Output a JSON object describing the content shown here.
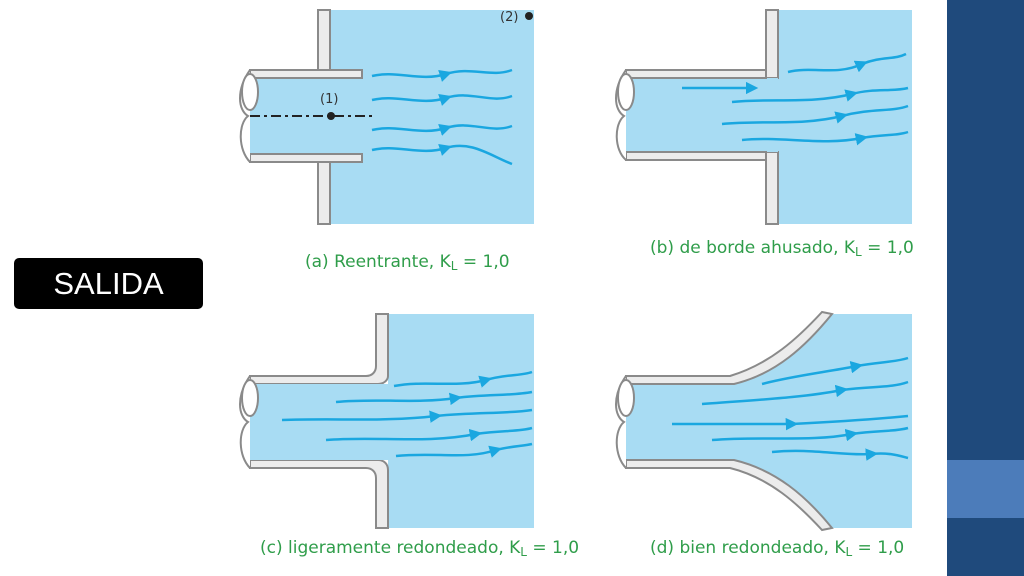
{
  "slide": {
    "title": "SALIDA",
    "colors": {
      "water": "#a8dcf3",
      "streamline": "#1aa7e0",
      "pipe": "#8a8a8a",
      "caption": "#2f9d4a",
      "sidebar": "#1f4a7c"
    }
  },
  "panels": [
    {
      "id": "a",
      "caption_prefix": "(a) Reentrante, K",
      "caption_sub": "L",
      "caption_suffix": " = 1,0"
    },
    {
      "id": "b",
      "caption_prefix": "(b) de borde ahusado, K",
      "caption_sub": "L",
      "caption_suffix": " = 1,0"
    },
    {
      "id": "c",
      "caption_prefix": "(c) ligeramente redondeado, K",
      "caption_sub": "L",
      "caption_suffix": " = 1,0"
    },
    {
      "id": "d",
      "caption_prefix": "(d) bien redondeado, K",
      "caption_sub": "L",
      "caption_suffix": " = 1,0"
    }
  ],
  "point_labels": {
    "p1": "(1)",
    "p2": "(2)"
  }
}
